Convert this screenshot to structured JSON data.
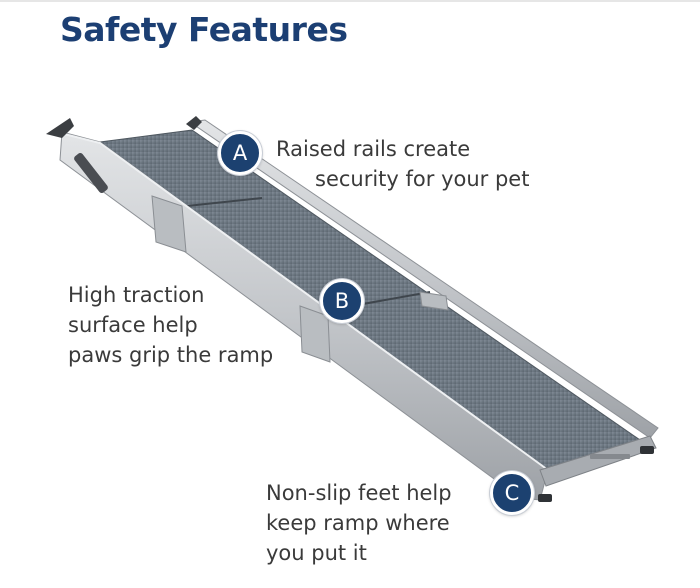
{
  "header": {
    "title": "Safety Features"
  },
  "features": [
    {
      "marker": "A",
      "lines": [
        "Raised rails create",
        "security for your pet"
      ]
    },
    {
      "marker": "B",
      "lines": [
        "High traction",
        "surface help",
        "paws grip the ramp"
      ]
    },
    {
      "marker": "C",
      "lines": [
        "Non-slip feet help",
        "keep ramp where",
        "you put it"
      ]
    }
  ],
  "colors": {
    "title": "#1c3f73",
    "badge": "#1c4170",
    "callout_text": "#3a3a3a",
    "rail": "#c4c7cb",
    "mat": "#6e7a85"
  }
}
